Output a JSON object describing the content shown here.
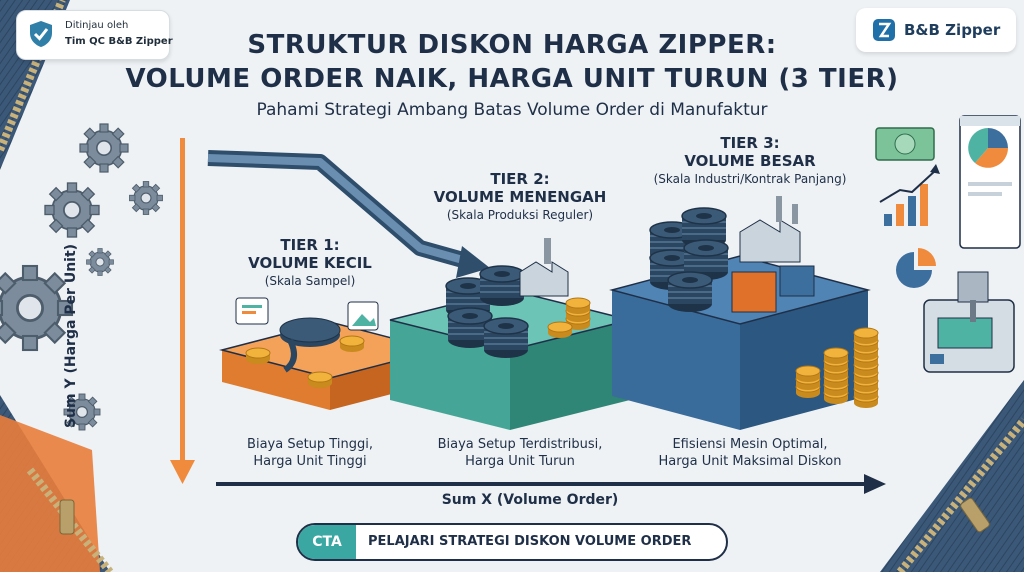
{
  "badge": {
    "line1": "Ditinjau oleh",
    "line2": "Tim QC B&B Zipper",
    "icon": "shield-check-icon"
  },
  "brand": {
    "name": "B&B Zipper",
    "icon": "zipper-logo-icon"
  },
  "header": {
    "title_line1": "STRUKTUR DISKON HARGA ZIPPER:",
    "title_line2": "VOLUME ORDER NAIK, HARGA UNIT TURUN (3 TIER)",
    "subtitle": "Pahami Strategi Ambang Batas Volume Order di Manufaktur"
  },
  "axes": {
    "y_label": "Sum Y (Harga Per Unit)",
    "x_label": "Sum X (Volume Order)"
  },
  "tiers": [
    {
      "label": "TIER 1:",
      "name": "VOLUME KECIL",
      "scale": "(Skala Sampel)",
      "desc_line1": "Biaya Setup Tinggi,",
      "desc_line2": "Harga Unit Tinggi",
      "color": "#f08a3c"
    },
    {
      "label": "TIER 2:",
      "name": "VOLUME MENENGAH",
      "scale": "(Skala Produksi Reguler)",
      "desc_line1": "Biaya Setup Terdistribusi,",
      "desc_line2": "Harga Unit Turun",
      "color": "#4fb3a4"
    },
    {
      "label": "TIER 3:",
      "name": "VOLUME BESAR",
      "scale": "(Skala Industri/Kontrak Panjang)",
      "desc_line1": "Efisiensi Mesin Optimal,",
      "desc_line2": "Harga Unit Maksimal Diskon",
      "color": "#3d6f9e"
    }
  ],
  "cta": {
    "chip": "CTA",
    "label": "PELAJARI STRATEGI DISKON VOLUME ORDER"
  },
  "colors": {
    "navy": "#1f2f47",
    "teal": "#3aa7a3",
    "orange": "#f08a3c",
    "blue": "#3d6f9e",
    "coin": "#f2b33d"
  }
}
